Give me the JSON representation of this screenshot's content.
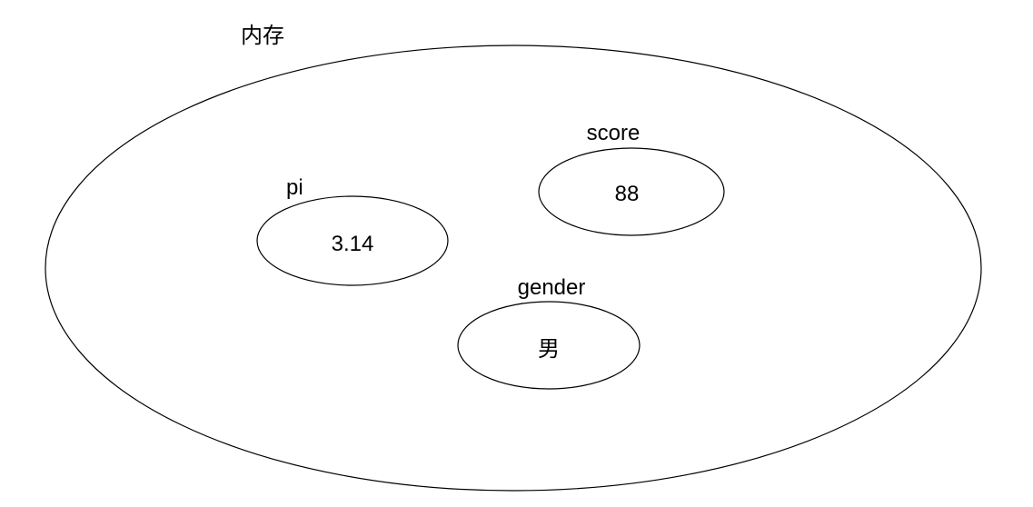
{
  "diagram": {
    "type": "venn-container",
    "container": {
      "label": "内存"
    },
    "nodes": [
      {
        "label": "pi",
        "value": "3.14"
      },
      {
        "label": "score",
        "value": "88"
      },
      {
        "label": "gender",
        "value": "男"
      }
    ],
    "colors": {
      "stroke": "#000000",
      "fill": "#ffffff",
      "text": "#000000"
    }
  }
}
